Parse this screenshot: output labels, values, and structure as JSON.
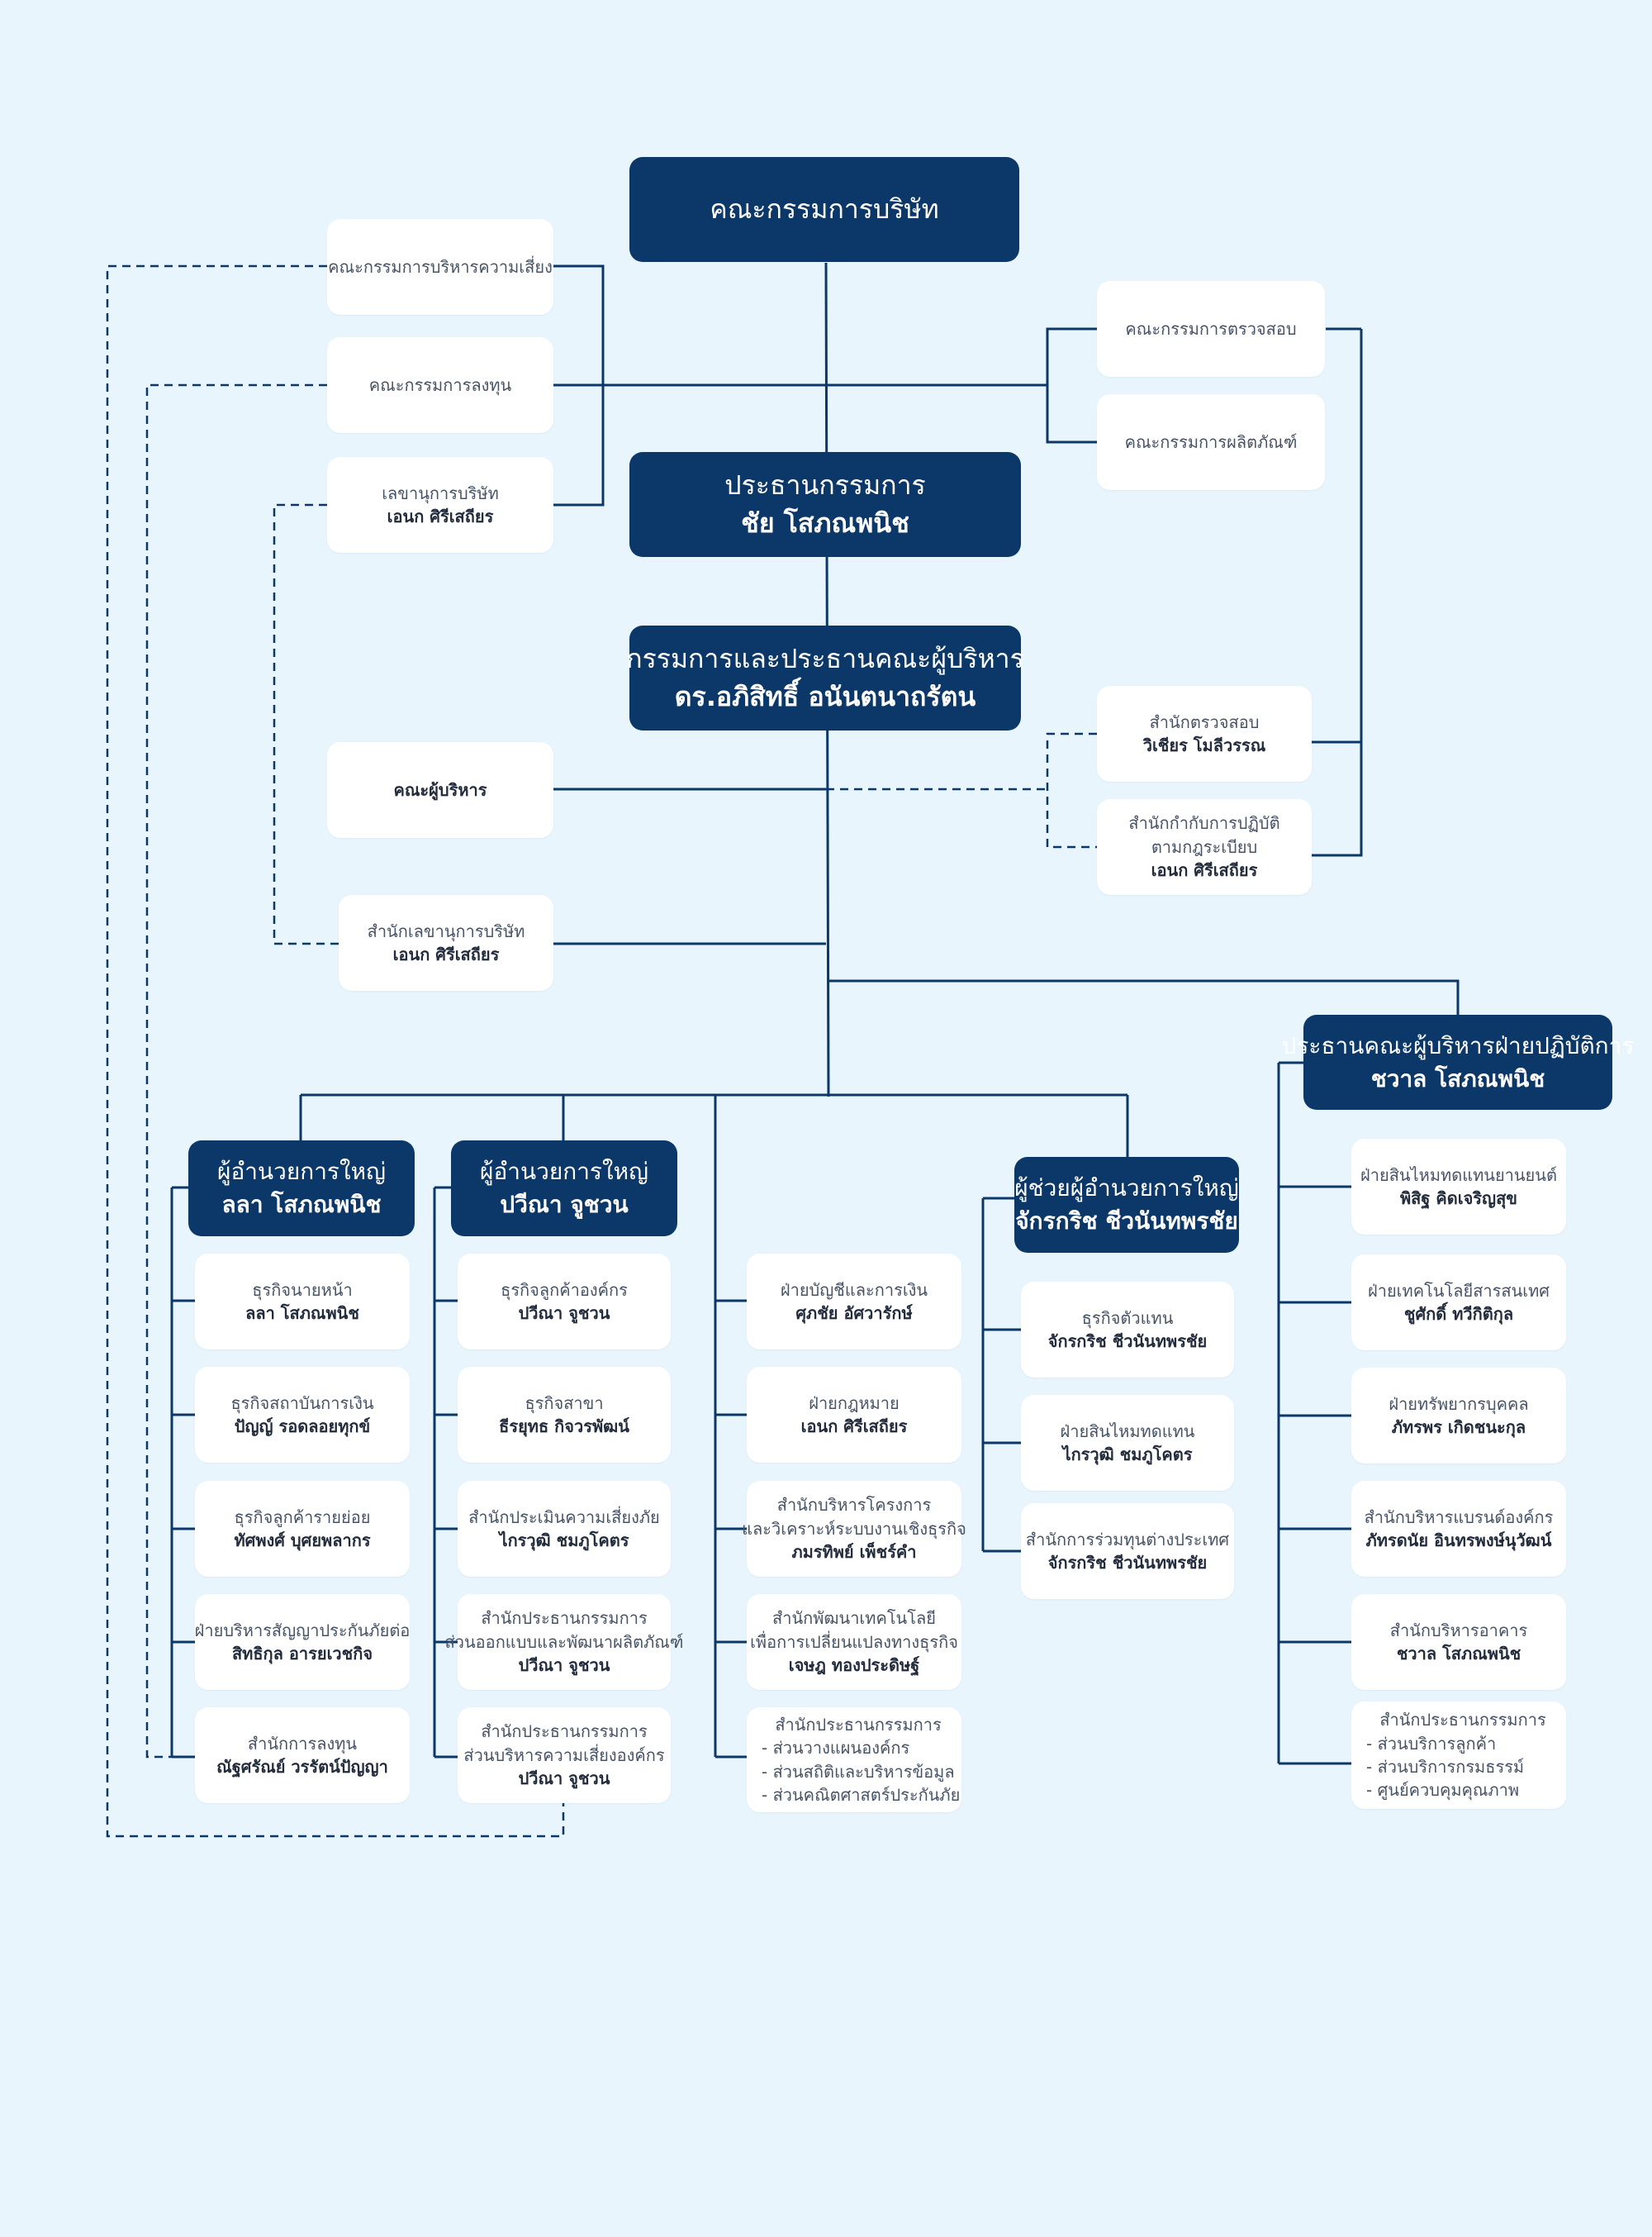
{
  "colors": {
    "background": "#e8f5fd",
    "dark_box": "#0b3868",
    "line": "#0b3868",
    "white_box": "#ffffff"
  },
  "board": {
    "title": "คณะกรรมการบริษัท"
  },
  "committees_left": {
    "risk": "คณะกรรมการบริหารความเสี่ยง",
    "investment": "คณะกรรมการลงทุน",
    "secretary": {
      "title": "เลขานุการบริษัท",
      "name": "เอนก ศิรีเสถียร"
    }
  },
  "committees_right": {
    "audit": "คณะกรรมการตรวจสอบ",
    "product": "คณะกรรมการผลิตภัณฑ์"
  },
  "chairman": {
    "title": "ประธานกรรมการ",
    "name": "ชัย โสภณพนิช"
  },
  "ceo": {
    "title": "กรรมการและประธานคณะผู้บริหาร",
    "name": "ดร.อภิสิทธิ์ อนันตนาถรัตน"
  },
  "exec_committee": {
    "title": "คณะผู้บริหาร"
  },
  "secretary_office": {
    "title": "สำนักเลขานุการบริษัท",
    "name": "เอนก ศิรีเสถียร"
  },
  "internal_audit": {
    "title": "สำนักตรวจสอบ",
    "name": "วิเชียร โมลีวรรณ"
  },
  "compliance": {
    "title1": "สำนักกำกับการปฏิบัติ",
    "title2": "ตามกฎระเบียบ",
    "name": "เอนก ศิรีเสถียร"
  },
  "coo": {
    "title": "ประธานคณะผู้บริหารฝ่ายปฏิบัติการ",
    "name": "ชวาล โสภณพนิช"
  },
  "md1": {
    "title": "ผู้อำนวยการใหญ่",
    "name": "ลลา โสภณพนิช"
  },
  "md2": {
    "title": "ผู้อำนวยการใหญ่",
    "name": "ปวีณา จูชวน"
  },
  "amd": {
    "title": "ผู้ช่วยผู้อำนวยการใหญ่",
    "name": "จักรกริช ชีวนันทพรชัย"
  },
  "col1": [
    {
      "title": "ธุรกิจนายหน้า",
      "name": "ลลา โสภณพนิช"
    },
    {
      "title": "ธุรกิจสถาบันการเงิน",
      "name": "ปัญญ์ รอดลอยทุกข์"
    },
    {
      "title": "ธุรกิจลูกค้ารายย่อย",
      "name": "ทัศพงศ์ บุศยพลากร"
    },
    {
      "title": "ฝ่ายบริหารสัญญาประกันภัยต่อ",
      "name": "สิทธิกุล อารยเวชกิจ"
    },
    {
      "title": "สำนักการลงทุน",
      "name": "ณัฐศรัณย์ วรรัตน์ปัญญา"
    }
  ],
  "col2": [
    {
      "title": "ธุรกิจลูกค้าองค์กร",
      "name": "ปวีณา จูชวน"
    },
    {
      "title": "ธุรกิจสาขา",
      "name": "ธีรยุทธ กิจวรพัฒน์"
    },
    {
      "title": "สำนักประเมินความเสี่ยงภัย",
      "name": "ไกรวุฒิ ชมภูโคตร"
    },
    {
      "title": "สำนักประธานกรรมการ",
      "title2": "ส่วนออกแบบและพัฒนาผลิตภัณฑ์",
      "name": "ปวีณา จูชวน"
    },
    {
      "title": "สำนักประธานกรรมการ",
      "title2": "ส่วนบริหารความเสี่ยงองค์กร",
      "name": "ปวีณา จูชวน"
    }
  ],
  "col3": [
    {
      "title": "ฝ่ายบัญชีและการเงิน",
      "name": "ศุภชัย อัศวารักษ์"
    },
    {
      "title": "ฝ่ายกฎหมาย",
      "name": "เอนก ศิรีเสถียร"
    },
    {
      "title": "สำนักบริหารโครงการ",
      "title2": "และวิเคราะห์ระบบงานเชิงธุรกิจ",
      "name": "ภมรทิพย์ เพ็ชร์คำ"
    },
    {
      "title": "สำนักพัฒนาเทคโนโลยี",
      "title2": "เพื่อการเปลี่ยนแปลงทางธุรกิจ",
      "name": "เจษฎ ทองประดิษฐ์"
    },
    {
      "title": "สำนักประธานกรรมการ",
      "items": [
        "- ส่วนวางแผนองค์กร",
        "- ส่วนสถิติและบริหารข้อมูล",
        "- ส่วนคณิตศาสตร์ประกันภัย"
      ]
    }
  ],
  "col4": [
    {
      "title": "ธุรกิจตัวแทน",
      "name": "จักรกริช ชีวนันทพรชัย"
    },
    {
      "title": "ฝ่ายสินไหมทดแทน",
      "name": "ไกรวุฒิ ชมภูโคตร"
    },
    {
      "title": "สำนักการร่วมทุนต่างประเทศ",
      "name": "จักรกริช ชีวนันทพรชัย"
    }
  ],
  "col5": [
    {
      "title": "ฝ่ายสินไหมทดแทนยานยนต์",
      "name": "พิสิฐ คิดเจริญสุข"
    },
    {
      "title": "ฝ่ายเทคโนโลยีสารสนเทศ",
      "name": "ชูศักดิ์ ทวีกิติกุล"
    },
    {
      "title": "ฝ่ายทรัพยากรบุคคล",
      "name": "ภัทรพร เกิดชนะกุล"
    },
    {
      "title": "สำนักบริหารแบรนด์องค์กร",
      "name": "ภัทรดนัย อินทรพงษ์นุวัฒน์"
    },
    {
      "title": "สำนักบริหารอาคาร",
      "name": "ชวาล โสภณพนิช"
    },
    {
      "title": "สำนักประธานกรรมการ",
      "items": [
        "- ส่วนบริการลูกค้า",
        "- ส่วนบริการกรมธรรม์",
        "- ศูนย์ควบคุมคุณภาพ"
      ]
    }
  ]
}
